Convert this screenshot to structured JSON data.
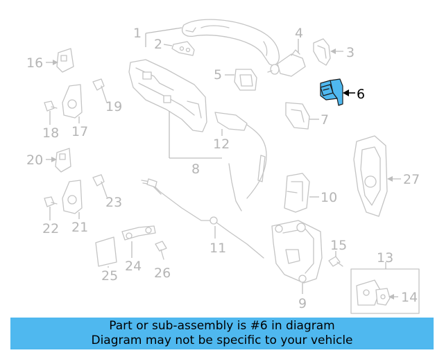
{
  "diagram": {
    "highlighted_part": "6",
    "highlight_color": "#4fb8ef",
    "callouts": {
      "c1": "1",
      "c2": "2",
      "c3": "3",
      "c4": "4",
      "c5": "5",
      "c6": "6",
      "c7": "7",
      "c8": "8",
      "c9": "9",
      "c10": "10",
      "c11": "11",
      "c12": "12",
      "c13": "13",
      "c14": "14",
      "c15": "15",
      "c16": "16",
      "c17": "17",
      "c18": "18",
      "c19": "19",
      "c20": "20",
      "c21": "21",
      "c22": "22",
      "c23": "23",
      "c24": "24",
      "c25": "25",
      "c26": "26",
      "c27": "27"
    }
  },
  "banner": {
    "line1": "Part or sub-assembly is #6 in diagram",
    "line2": "Diagram may not be specific to your vehicle",
    "background": "#4fb8ef"
  }
}
